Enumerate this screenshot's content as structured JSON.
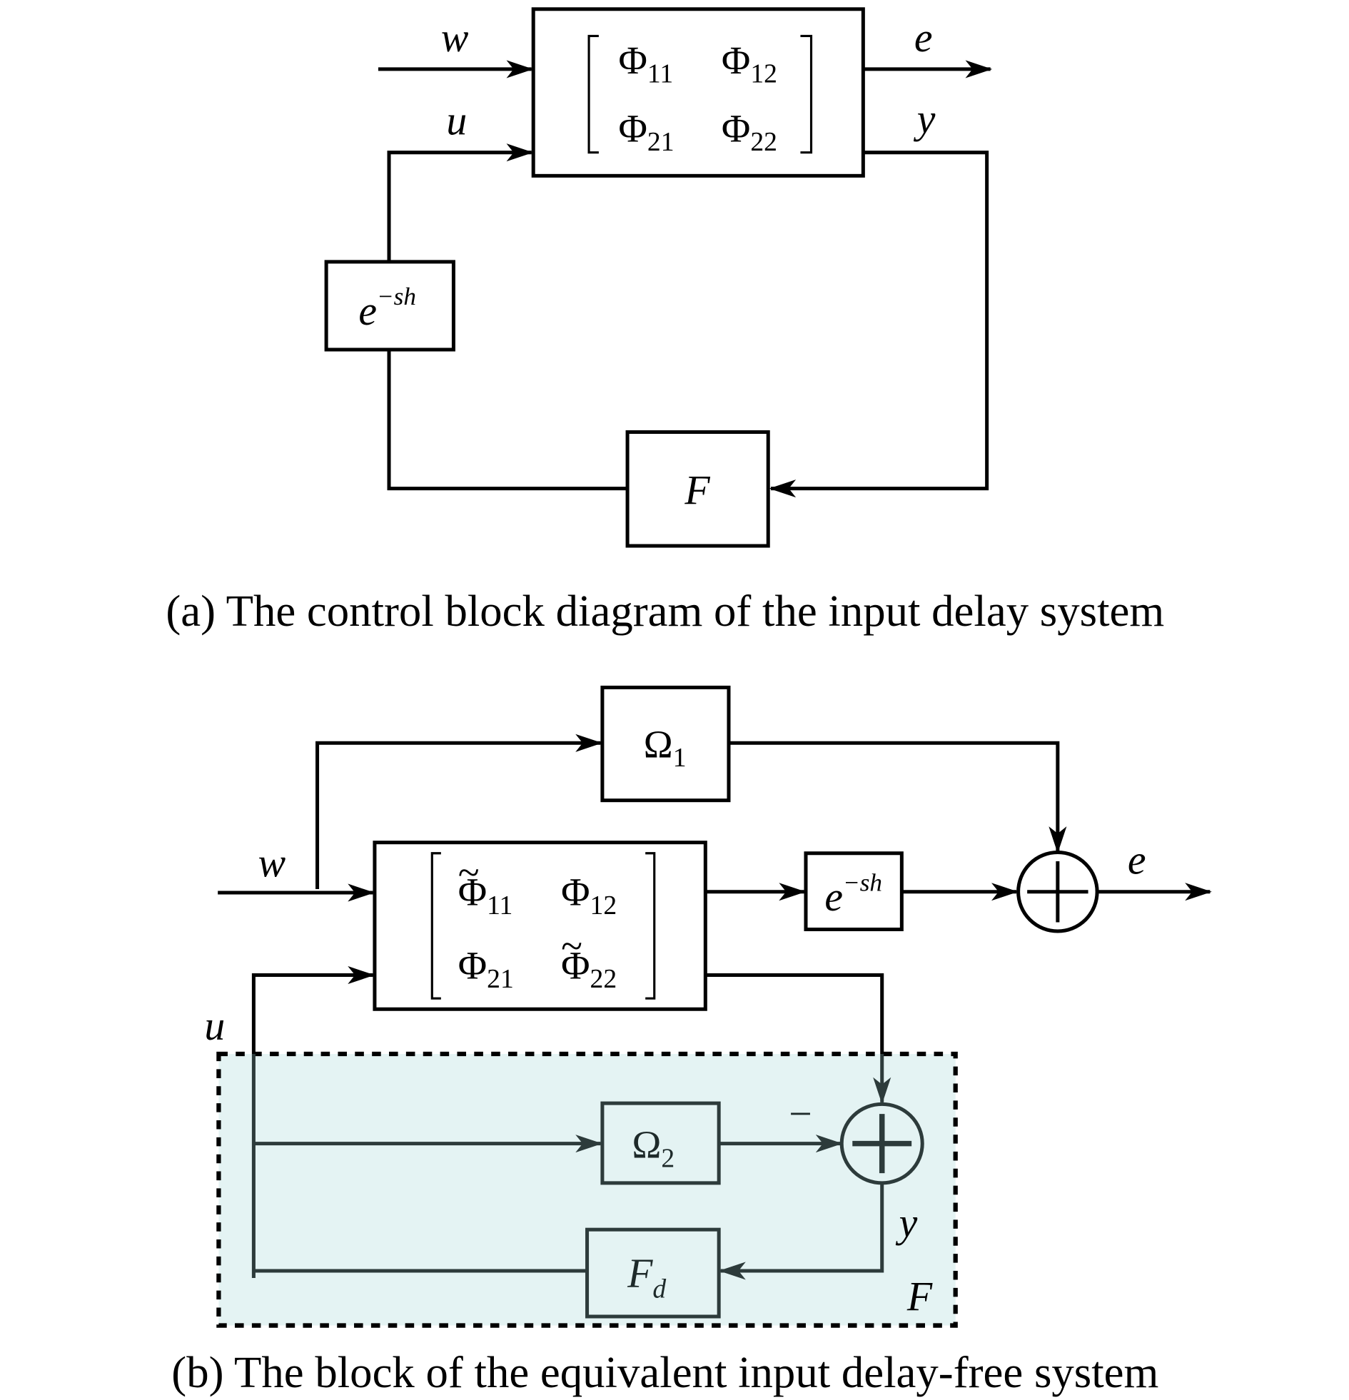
{
  "diagram_a": {
    "caption": "(a) The control block diagram of the input delay system",
    "plant_block": {
      "matrix": [
        [
          {
            "symbol": "Φ",
            "sub": "11"
          },
          {
            "symbol": "Φ",
            "sub": "12"
          }
        ],
        [
          {
            "symbol": "Φ",
            "sub": "21"
          },
          {
            "symbol": "Φ",
            "sub": "22"
          }
        ]
      ]
    },
    "delay_block": {
      "base": "e",
      "exponent": "−sh"
    },
    "controller_block": {
      "label": "F"
    },
    "signals": {
      "w": "w",
      "u": "u",
      "e": "e",
      "y": "y"
    }
  },
  "diagram_b": {
    "caption": "(b) The block of the equivalent input delay-free system",
    "omega1_block": {
      "symbol": "Ω",
      "sub": "1"
    },
    "plant_block": {
      "matrix": [
        [
          {
            "symbol": "Φ",
            "sub": "11",
            "tilde": "~"
          },
          {
            "symbol": "Φ",
            "sub": "12"
          }
        ],
        [
          {
            "symbol": "Φ",
            "sub": "21"
          },
          {
            "symbol": "Φ",
            "sub": "22",
            "tilde": "~"
          }
        ]
      ]
    },
    "delay_block": {
      "base": "e",
      "exponent": "−sh"
    },
    "omega2_block": {
      "symbol": "Ω",
      "sub": "2"
    },
    "fd_block": {
      "symbol": "F",
      "sub": "d"
    },
    "summing_junction_sign": "−",
    "controller_region_label": "F",
    "signals": {
      "w": "w",
      "u": "u",
      "e": "e",
      "y": "y"
    }
  },
  "colors": {
    "line": "#000000",
    "inner_line": "#2d3b3b",
    "controller_fill": "#e4f3f3"
  }
}
